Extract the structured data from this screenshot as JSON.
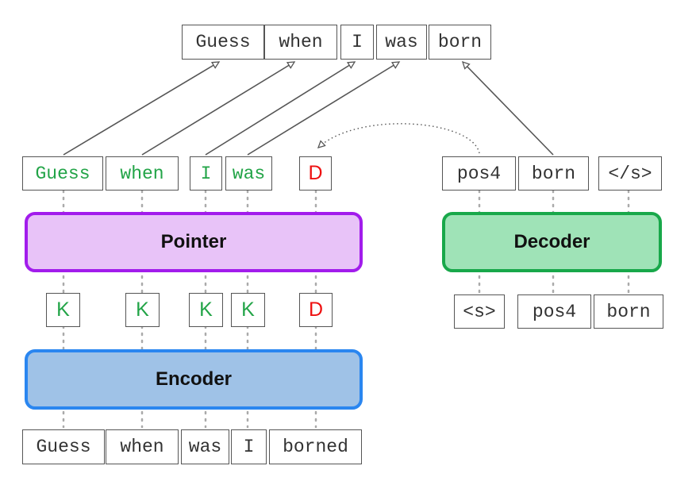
{
  "colors": {
    "keep_token": "#22a447",
    "delete_token": "#ee1111",
    "pointer_fill": "#e8c3f8",
    "pointer_border": "#a21cec",
    "encoder_fill": "#9fc2e7",
    "encoder_border": "#2a86f0",
    "decoder_fill": "#9fe3b7",
    "decoder_border": "#18a84a"
  },
  "output_tokens": [
    "Guess",
    "when",
    "I",
    "was",
    "born"
  ],
  "pointer_tokens": [
    "Guess",
    "when",
    "I",
    "was",
    "D"
  ],
  "decoder_outputs": [
    "pos4",
    "born",
    "</s>"
  ],
  "tags": [
    "K",
    "K",
    "K",
    "K",
    "D"
  ],
  "decoder_inputs": [
    "<s>",
    "pos4",
    "born"
  ],
  "input_tokens": [
    "Guess",
    "when",
    "was",
    "I",
    "borned"
  ],
  "blocks": {
    "pointer": "Pointer",
    "encoder": "Encoder",
    "decoder": "Decoder"
  }
}
